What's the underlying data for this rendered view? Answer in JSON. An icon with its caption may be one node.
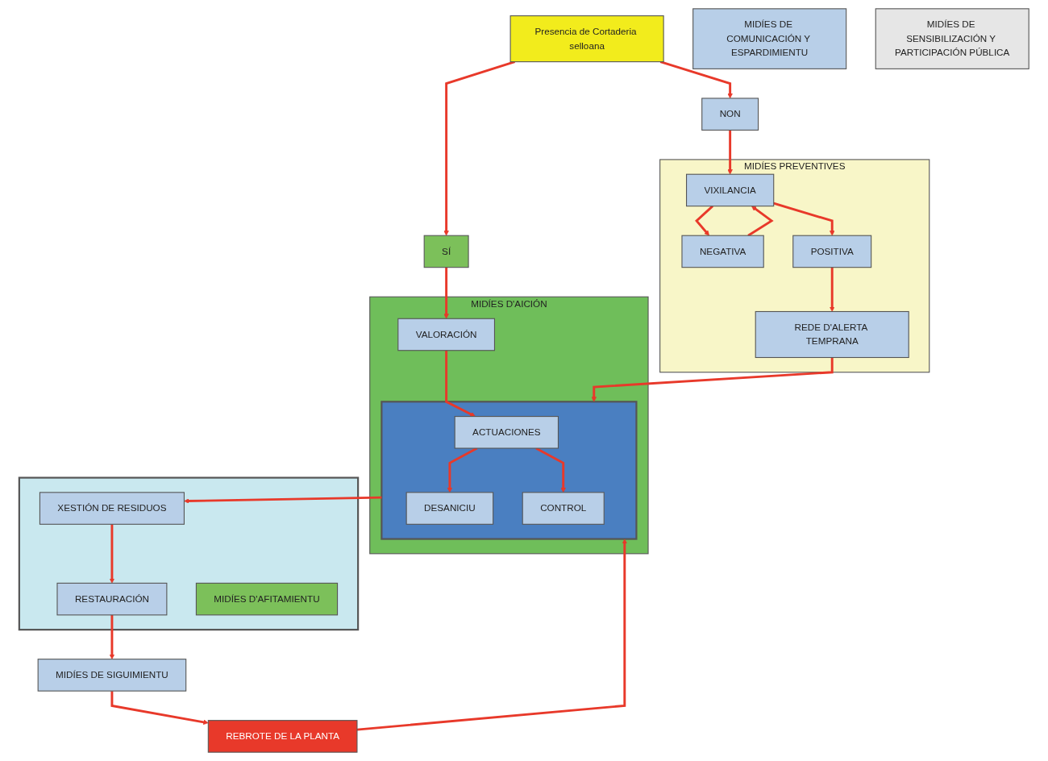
{
  "diagram": {
    "nodes": [
      {
        "text": [
          "Presencia de Cortaderia selloana"
        ]
      },
      {
        "text": [
          "NON"
        ]
      },
      {
        "text": [
          "SÍ"
        ]
      },
      {
        "text": [
          "MIDÍES PREVENTIVES"
        ]
      },
      {
        "text": [
          "VIXILANCIA"
        ],
        "in": 3
      },
      {
        "text": [
          "NEGATIVA"
        ],
        "in": 3
      },
      {
        "text": [
          "POSITIVA"
        ],
        "in": 3
      },
      {
        "text": [
          "REDE D'ALERTA TEMPRANA"
        ],
        "in": 3
      },
      {
        "text": [
          "MIDÍES D'AICIÓN"
        ]
      },
      {
        "text": [
          "VALORACIÓN"
        ],
        "in": 8
      },
      {
        "text": [],
        "shape": "box",
        "in": 8
      },
      {
        "text": [
          "ACTUACIONES"
        ],
        "in": 10
      },
      {
        "text": [
          "DESANICIU"
        ],
        "in": 10
      },
      {
        "text": [
          "CONTROL"
        ],
        "in": 10
      },
      {
        "text": [
          "MIDÍES DE COMUNICACIÓN Y ESPARDIMIENTU"
        ]
      },
      {
        "text": [],
        "shape": "box"
      },
      {
        "text": [
          "XESTIÓN DE RESIDUOS"
        ],
        "in": 15
      },
      {
        "text": [
          "RESTAURACIÓN"
        ],
        "in": 15
      },
      {
        "text": [
          "MIDÍES D'AFITAMIENTU"
        ],
        "in": 15
      },
      {
        "text": [
          "MIDÍES DE SIGUIMIENTU"
        ]
      },
      {
        "text": [
          "REBROTE DE LA PLANTA"
        ]
      },
      {
        "text": [
          "MIDÍES DE SENSIBILIZACIÓN Y PARTICIPACIÓN PÚBLICA"
        ]
      }
    ],
    "edges": [
      {
        "from": 0,
        "to": 1,
        "arrow": "to"
      },
      {
        "from": 0,
        "to": 2,
        "arrow": "to"
      },
      {
        "from": 1,
        "to": 4,
        "arrow": "to"
      },
      {
        "from": 2,
        "to": 9,
        "arrow": "to"
      },
      {
        "from": 4,
        "to": 5,
        "arrow": "to"
      },
      {
        "from": 5,
        "to": 4,
        "arrow": "to"
      },
      {
        "from": 4,
        "to": 6,
        "arrow": "to"
      },
      {
        "from": 6,
        "to": 7,
        "arrow": "to"
      },
      {
        "from": 7,
        "to": 10,
        "arrow": "to"
      },
      {
        "from": 9,
        "to": 11,
        "arrow": "to"
      },
      {
        "from": 11,
        "to": 12,
        "arrow": "to"
      },
      {
        "from": 11,
        "to": 13,
        "arrow": "to"
      },
      {
        "from": 10,
        "to": 16,
        "arrow": "to"
      },
      {
        "from": 16,
        "to": 17,
        "arrow": "to"
      },
      {
        "from": 17,
        "to": 19,
        "arrow": "to"
      },
      {
        "from": 19,
        "to": 20,
        "arrow": "to"
      },
      {
        "from": 20,
        "to": 10,
        "arrow": "to"
      }
    ]
  }
}
